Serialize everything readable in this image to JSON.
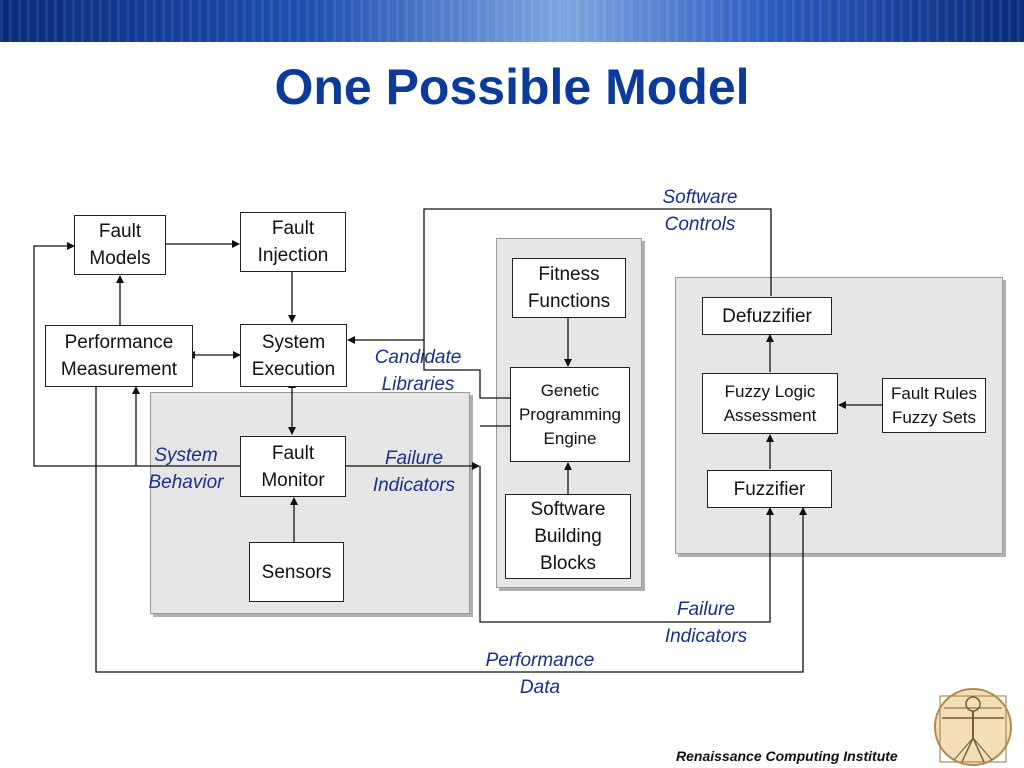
{
  "title": "One Possible Model",
  "footer": "Renaissance Computing Institute",
  "boxes": {
    "fault_models": [
      "Fault",
      "Models"
    ],
    "fault_injection": [
      "Fault",
      "Injection"
    ],
    "performance_measurement": [
      "Performance",
      "Measurement"
    ],
    "system_execution": [
      "System",
      "Execution"
    ],
    "fault_monitor": [
      "Fault",
      "Monitor"
    ],
    "sensors": "Sensors",
    "fitness_functions": [
      "Fitness",
      "Functions"
    ],
    "gp_engine": [
      "Genetic",
      "Programming",
      "Engine"
    ],
    "software_building_blocks": [
      "Software",
      "Building",
      "Blocks"
    ],
    "defuzzifier": "Defuzzifier",
    "fuzzy_logic_assessment": [
      "Fuzzy Logic",
      "Assessment"
    ],
    "fault_rules_fuzzy_sets": [
      "Fault Rules",
      "Fuzzy Sets"
    ],
    "fuzzifier": "Fuzzifier"
  },
  "labels": {
    "software_controls": [
      "Software",
      "Controls"
    ],
    "candidate_libraries": [
      "Candidate",
      "Libraries"
    ],
    "system_behavior": [
      "System",
      "Behavior"
    ],
    "failure_indicators_mid": [
      "Failure",
      "Indicators"
    ],
    "failure_indicators_bottom": [
      "Failure",
      "Indicators"
    ],
    "performance_data": [
      "Performance",
      "Data"
    ]
  }
}
